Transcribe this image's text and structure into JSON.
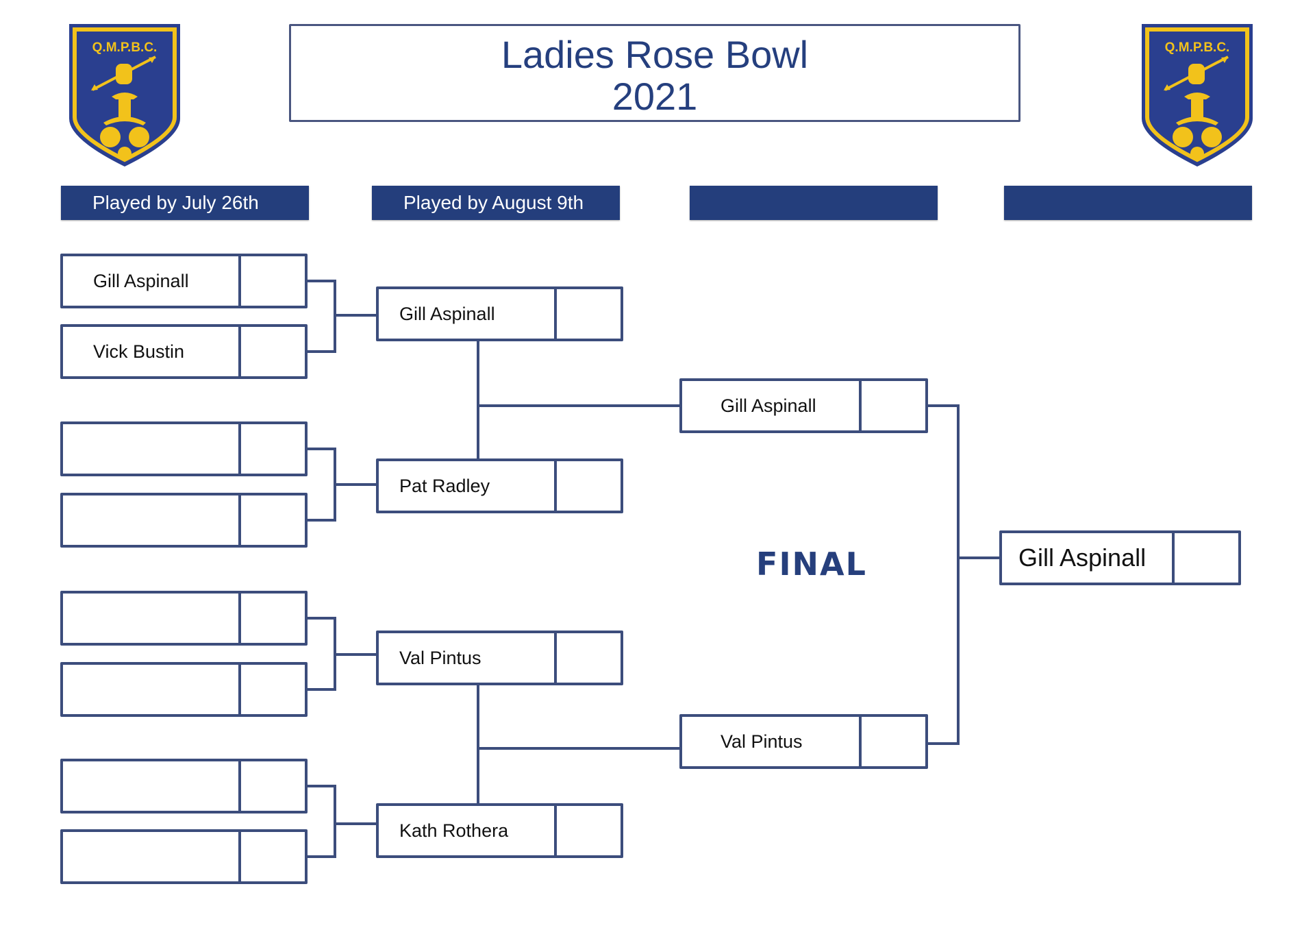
{
  "header": {
    "title": "Ladies Rose Bowl",
    "year": "2021",
    "club_badge_text": "Q.M.P.B.C."
  },
  "colors": {
    "navy": "#243e7c",
    "gold": "#f2c21b",
    "line": "#3c4d7c"
  },
  "rounds": [
    {
      "label": "Played by July 26th"
    },
    {
      "label": "Played by August 9th"
    },
    {
      "label": ""
    },
    {
      "label": ""
    }
  ],
  "bracket": {
    "round1": [
      {
        "name": "Gill Aspinall",
        "score": ""
      },
      {
        "name": "Vick Bustin",
        "score": ""
      },
      {
        "name": "",
        "score": ""
      },
      {
        "name": "",
        "score": ""
      },
      {
        "name": "",
        "score": ""
      },
      {
        "name": "",
        "score": ""
      },
      {
        "name": "",
        "score": ""
      },
      {
        "name": "",
        "score": ""
      }
    ],
    "round2": [
      {
        "name": "Gill Aspinall",
        "score": ""
      },
      {
        "name": "Pat Radley",
        "score": ""
      },
      {
        "name": "Val Pintus",
        "score": ""
      },
      {
        "name": "Kath Rothera",
        "score": ""
      }
    ],
    "round3": [
      {
        "name": "Gill Aspinall",
        "score": ""
      },
      {
        "name": "Val Pintus",
        "score": ""
      }
    ],
    "final_label": "FINAL",
    "winner": {
      "name": "Gill Aspinall",
      "score": ""
    }
  }
}
